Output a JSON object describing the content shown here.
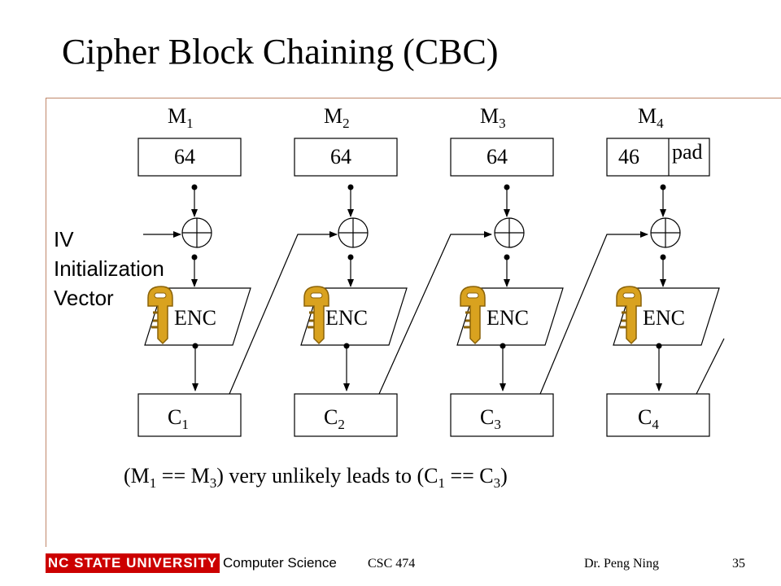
{
  "title": "Cipher Block Chaining (CBC)",
  "blocks": [
    {
      "m_label": "M",
      "m_sub": "1",
      "size": "64",
      "enc": "ENC",
      "c_label": "C",
      "c_sub": "1"
    },
    {
      "m_label": "M",
      "m_sub": "2",
      "size": "64",
      "enc": "ENC",
      "c_label": "C",
      "c_sub": "2"
    },
    {
      "m_label": "M",
      "m_sub": "3",
      "size": "64",
      "enc": "ENC",
      "c_label": "C",
      "c_sub": "3"
    },
    {
      "m_label": "M",
      "m_sub": "4",
      "size": "46",
      "enc": "ENC",
      "c_label": "C",
      "c_sub": "4"
    }
  ],
  "pad_label": "pad",
  "iv_label": {
    "line1": "IV",
    "line2": "Initialization",
    "line3": "Vector"
  },
  "formula": {
    "p1": "(M",
    "s1": "1",
    "p2": " == M",
    "s2": "3",
    "p3": ") very unlikely leads to (C",
    "s3": "1",
    "p4": " == C",
    "s4": "3",
    "p5": ")"
  },
  "footer": {
    "university": "NC STATE UNIVERSITY",
    "department": "Computer Science",
    "course": "CSC 474",
    "author": "Dr. Peng Ning",
    "page_number": "35"
  },
  "colors": {
    "key": "#d9a21f",
    "key_dark": "#8a6208",
    "accent_line": "#c0876a",
    "brand_red": "#cc0000"
  },
  "icons": [
    "key-icon",
    "xor-icon"
  ]
}
